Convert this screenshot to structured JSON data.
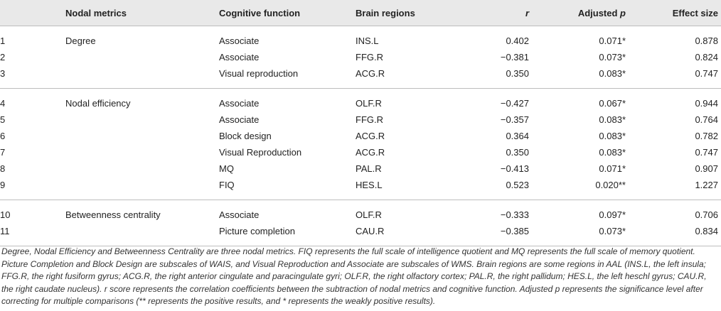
{
  "headers": [
    "",
    "Nodal metrics",
    "Cognitive function",
    "Brain regions",
    "r",
    "Adjusted p",
    "Effect size"
  ],
  "rows": [
    [
      "1",
      "Degree",
      "Associate",
      "INS.L",
      "0.402",
      "0.071*",
      "0.878"
    ],
    [
      "2",
      "",
      "Associate",
      "FFG.R",
      "−0.381",
      "0.073*",
      "0.824"
    ],
    [
      "3",
      "",
      "Visual reproduction",
      "ACG.R",
      "0.350",
      "0.083*",
      "0.747"
    ],
    [
      "4",
      "Nodal efficiency",
      "Associate",
      "OLF.R",
      "−0.427",
      "0.067*",
      "0.944"
    ],
    [
      "5",
      "",
      "Associate",
      "FFG.R",
      "−0.357",
      "0.083*",
      "0.764"
    ],
    [
      "6",
      "",
      "Block design",
      "ACG.R",
      "0.364",
      "0.083*",
      "0.782"
    ],
    [
      "7",
      "",
      "Visual Reproduction",
      "ACG.R",
      "0.350",
      "0.083*",
      "0.747"
    ],
    [
      "8",
      "",
      "MQ",
      "PAL.R",
      "−0.413",
      "0.071*",
      "0.907"
    ],
    [
      "9",
      "",
      "FIQ",
      "HES.L",
      "0.523",
      "0.020**",
      "1.227"
    ],
    [
      "10",
      "Betweenness centrality",
      "Associate",
      "OLF.R",
      "−0.333",
      "0.097*",
      "0.706"
    ],
    [
      "11",
      "",
      "Picture completion",
      "CAU.R",
      "−0.385",
      "0.073*",
      "0.834"
    ]
  ],
  "footnote": "Degree, Nodal Efficiency and Betweenness Centrality are three nodal metrics. FIQ represents the full scale of intelligence quotient and MQ represents the full scale of memory quotient. Picture Completion and Block Design are subscales of WAIS, and Visual Reproduction and Associate are subscales of WMS. Brain regions are some regions in AAL (INS.L, the left insula; FFG.R, the right fusiform gyrus; ACG.R, the right anterior cingulate and paracingulate gyri; OLF.R, the right olfactory cortex; PAL.R, the right pallidum; HES.L, the left heschl gyrus; CAU.R, the right caudate nucleus). r score represents the correlation coefficients between the subtraction of nodal metrics and cognitive function. Adjusted p represents the significance level after correcting for multiple comparisons (** represents the positive results, and * represents the weakly positive results)."
}
